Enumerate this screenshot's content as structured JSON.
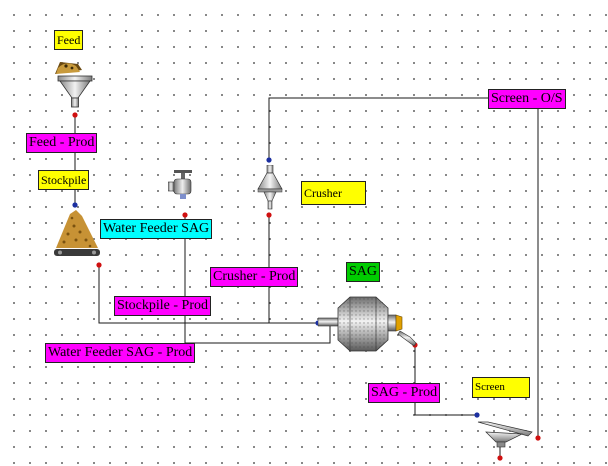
{
  "diagram": {
    "units": {
      "feed": {
        "label": "Feed"
      },
      "stockpile": {
        "label": "Stockpile"
      },
      "crusher": {
        "label": "Crusher"
      },
      "water_feeder": {
        "label": "Water Feeder SAG"
      },
      "sag": {
        "label": "SAG"
      },
      "screen": {
        "label": "Screen"
      }
    },
    "streams": {
      "feed_prod": {
        "label": "Feed - Prod"
      },
      "stockpile_prod": {
        "label": "Stockpile - Prod"
      },
      "crusher_prod": {
        "label": "Crusher - Prod"
      },
      "water_feeder_prod": {
        "label": "Water Feeder SAG - Prod"
      },
      "sag_prod": {
        "label": "SAG - Prod"
      },
      "screen_os": {
        "label": "Screen - O/S"
      }
    },
    "colors": {
      "unit_label": "#ffff00",
      "stream_label": "#ff00ff",
      "water_label": "#00ffff",
      "sag_label": "#00cc00",
      "inlet_port": "#1c2fa0",
      "outlet_port": "#d01010"
    },
    "icons": {
      "feed": "hopper-icon",
      "stockpile": "stockpile-icon",
      "crusher": "cone-crusher-icon",
      "water_feeder": "water-valve-icon",
      "sag": "sag-mill-icon",
      "screen": "screen-icon"
    }
  }
}
